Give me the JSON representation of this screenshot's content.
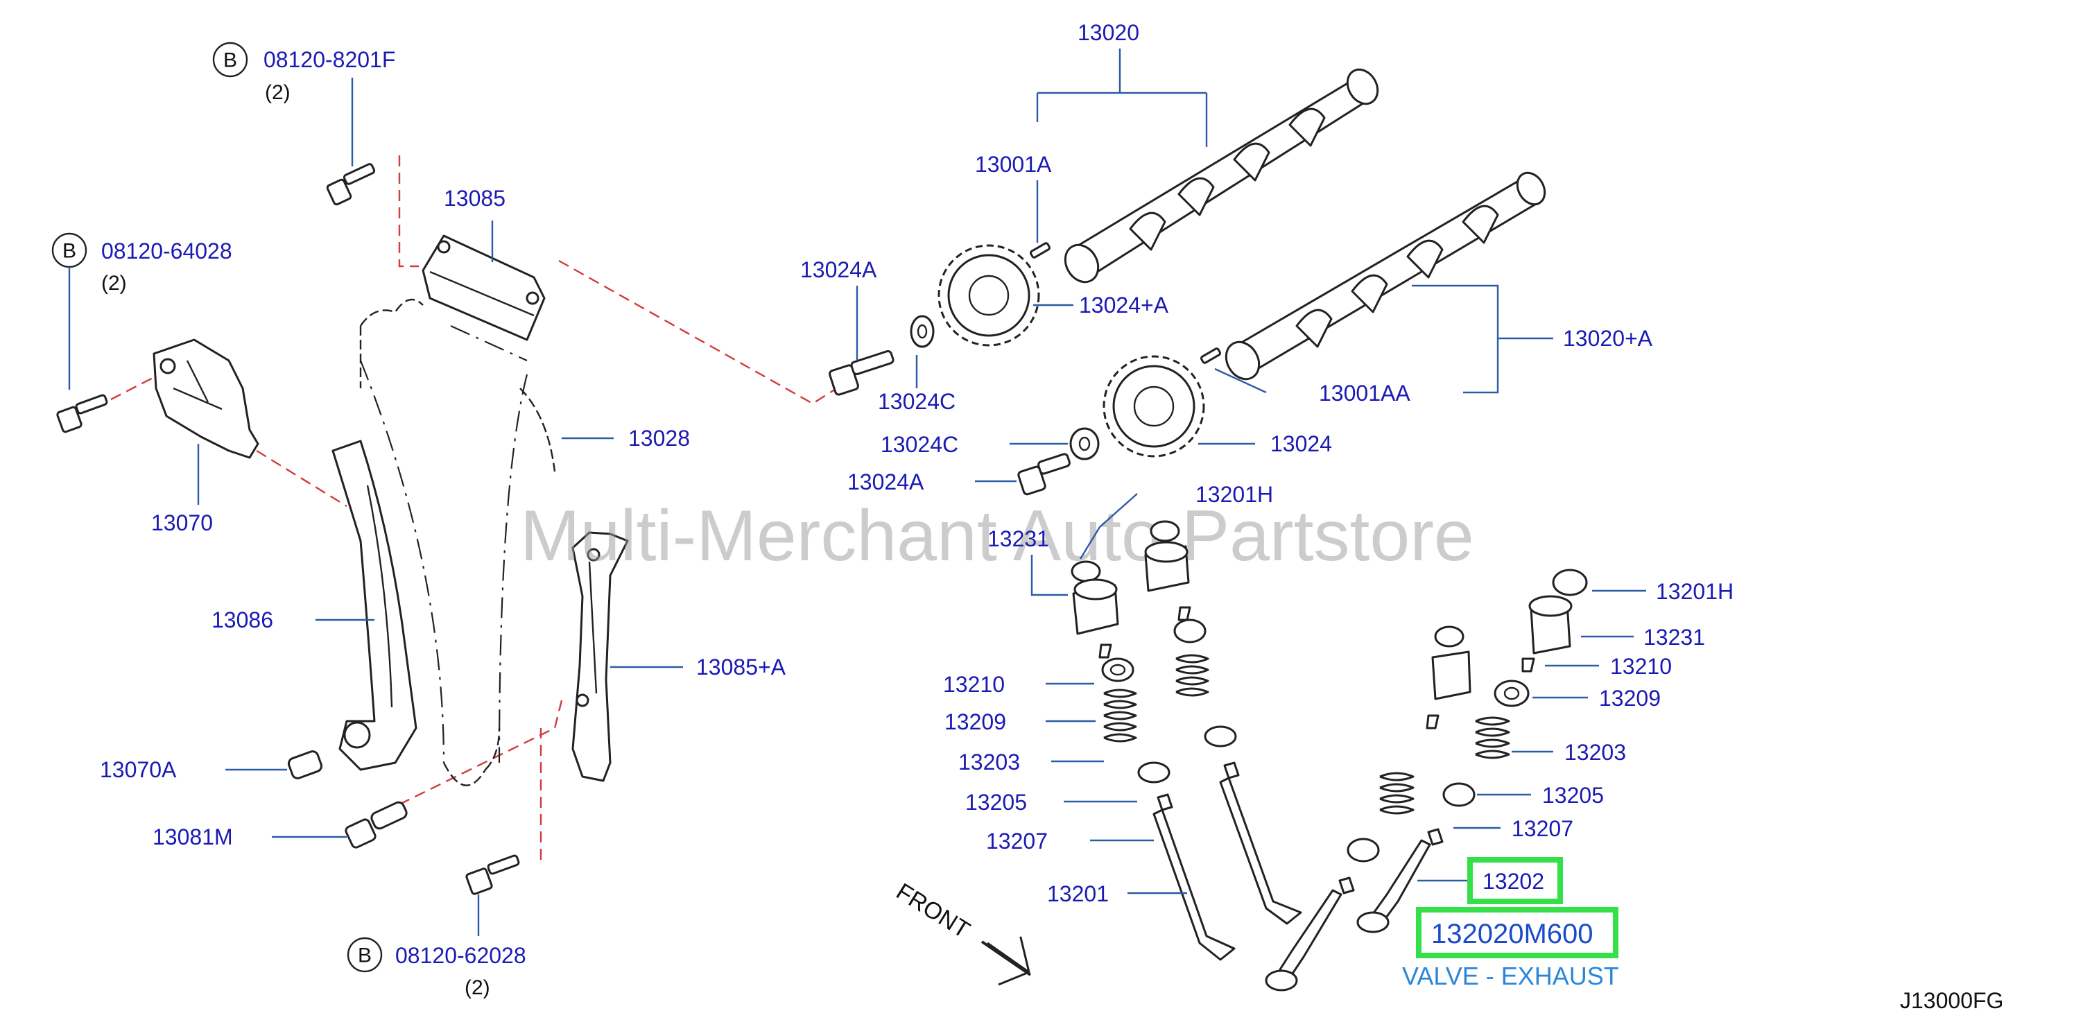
{
  "watermark": "Multi-Merchant Auto Partstore",
  "diagram_code": "J13000FG",
  "front_label": "FRONT",
  "bolt_marker": "B",
  "bolts": [
    {
      "part": "08120-8201F",
      "qty": "(2)"
    },
    {
      "part": "08120-64028",
      "qty": "(2)"
    },
    {
      "part": "08120-62028",
      "qty": "(2)"
    }
  ],
  "labels": {
    "camshaft": "13020",
    "camshaft_pin": "13001A",
    "sprocket_bolt_top": "13024A",
    "sprocket_top": "13024+A",
    "washer_top": "13024C",
    "camshaft_lower": "13020+A",
    "camshaft_pin_lower": "13001AA",
    "washer_lower": "13024C",
    "sprocket_lower": "13024",
    "sprocket_bolt_lower": "13024A",
    "chain_guide_top": "13085",
    "chain": "13028",
    "tensioner": "13070",
    "slack_guide": "13086",
    "tensioner_plunger": "13070A",
    "pivot_bolt": "13081M",
    "chain_guide_side": "13085+A",
    "shim_left": "13201H",
    "lifter_left": "13231",
    "collet_left": "13210",
    "retainer_left": "13209",
    "spring_left": "13203",
    "seat_left": "13205",
    "seal_left": "13207",
    "valve_intake": "13201",
    "shim_right": "13201H",
    "lifter_right": "13231",
    "collet_right": "13210",
    "retainer_right": "13209",
    "spring_right": "13203",
    "seat_right": "13205",
    "seal_right": "13207",
    "valve_exhaust": "13202"
  },
  "selected": {
    "part_number": "132020M600",
    "description": "VALVE - EXHAUST"
  },
  "colors": {
    "label": "#1a1ab4",
    "highlight": "#33e048",
    "description": "#2b86d9"
  }
}
